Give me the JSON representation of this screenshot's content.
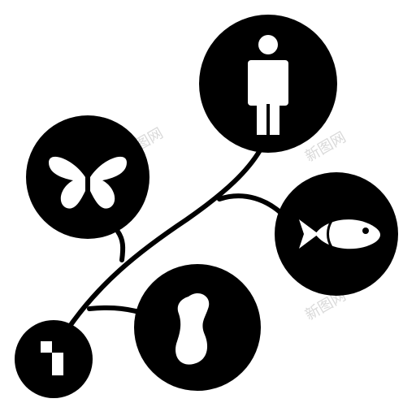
{
  "icon": {
    "name": "evolution-tree-icon",
    "background_color": "#ffffff",
    "foreground_color": "#000000",
    "nodes": [
      {
        "id": "human",
        "icon": "human-figure-icon"
      },
      {
        "id": "butterfly",
        "icon": "butterfly-icon"
      },
      {
        "id": "fish",
        "icon": "fish-icon"
      },
      {
        "id": "bacterium",
        "icon": "bacterium-icon"
      },
      {
        "id": "cells",
        "icon": "cell-squares-icon"
      }
    ]
  },
  "watermark": {
    "text": "新图网"
  }
}
